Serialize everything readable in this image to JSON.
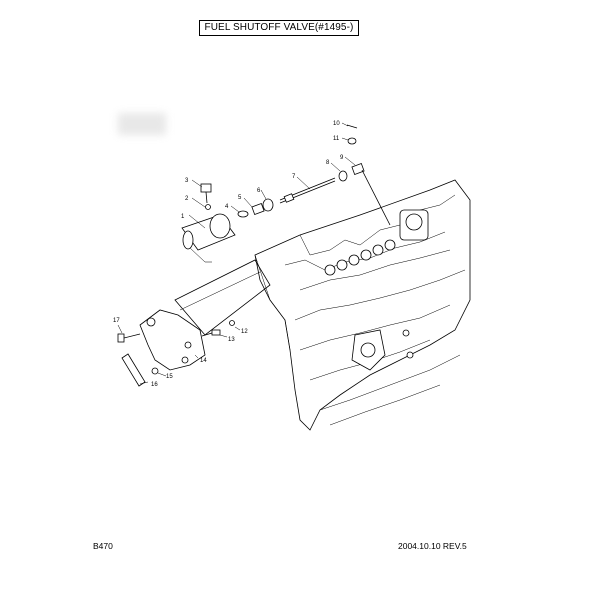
{
  "header": {
    "title": "FUEL SHUTOFF VALVE(#1495-)"
  },
  "footer": {
    "page_code": "B470",
    "date_rev": "2004.10.10  REV.5"
  },
  "callouts": [
    "1",
    "2",
    "3",
    "4",
    "5",
    "6",
    "7",
    "8",
    "9",
    "10",
    "11",
    "12",
    "13",
    "14",
    "15",
    "16",
    "17"
  ]
}
